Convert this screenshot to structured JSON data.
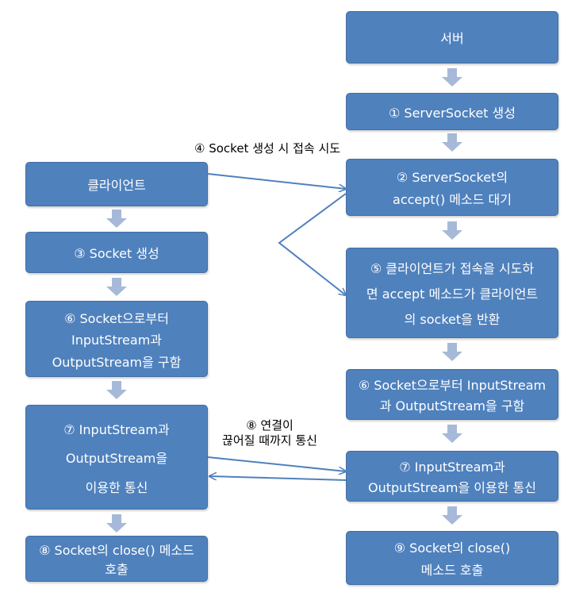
{
  "server": {
    "title": "서버",
    "step1": "① ServerSocket 생성",
    "step2": [
      "② ServerSocket의",
      "accept() 메소드 대기"
    ],
    "step5": [
      "⑤ 클라이언트가 접속을 시도하",
      "면 accept 메소드가 클라이언트",
      "의 socket을 반환"
    ],
    "step6": [
      "⑥ Socket으로부터 InputStream",
      "과 OutputStream을 구함"
    ],
    "step7": [
      "⑦ InputStream과",
      "OutputStream을 이용한 통신"
    ],
    "step9": [
      "⑨ Socket의 close()",
      "메소드 호출"
    ]
  },
  "client": {
    "title": "클라이언트",
    "step3": "③ Socket 생성",
    "step6": [
      "⑥ Socket으로부터",
      "InputStream과",
      "OutputStream을 구함"
    ],
    "step7": [
      "⑦ InputStream과",
      "OutputStream을",
      "이용한 통신"
    ],
    "step8": [
      "⑧ Socket의 close() 메소드",
      "호출"
    ]
  },
  "labels": {
    "connect": "④ Socket 생성 시 접속 시도",
    "comm": [
      "⑧ 연결이",
      "끊어질 때까지 통신"
    ]
  },
  "colors": {
    "box_fill": "#4f81bd",
    "box_border": "#436ea0",
    "arrow_fill": "#a7b9d8",
    "connector": "#4f81bd"
  }
}
